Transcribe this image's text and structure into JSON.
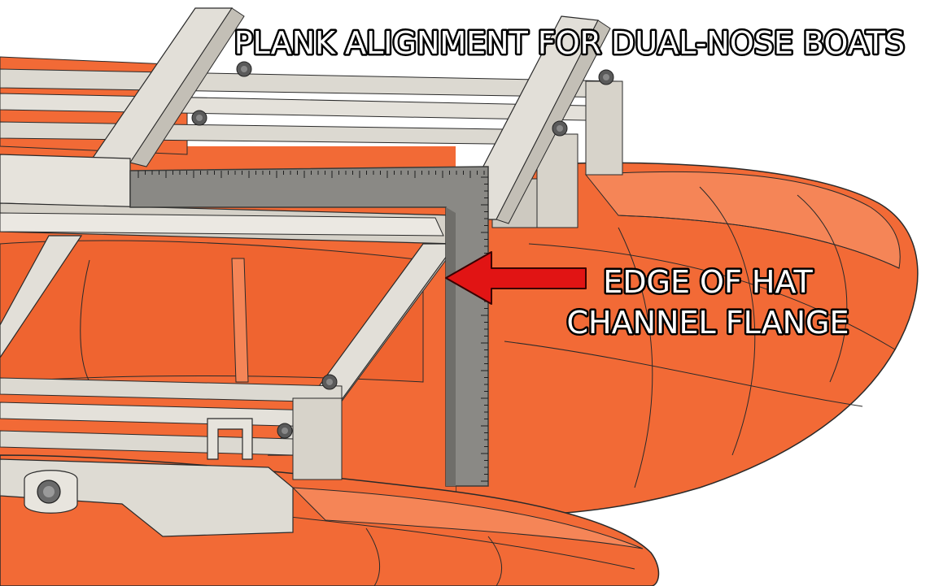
{
  "title": "PLANK ALIGNMENT FOR DUAL-NOSE BOATS",
  "callout": {
    "line1": "EDGE OF HAT",
    "line2": "CHANNEL FLANGE"
  },
  "colors": {
    "hull": "#f26a36",
    "hull_light": "#f58557",
    "hull_shadow": "#c9521f",
    "rail": "#dcd9d1",
    "rail_dark": "#b7b3aa",
    "square": "#8a8985",
    "square_dark": "#6f6e6a",
    "arrow": "#e11414",
    "outline": "#2a2a2a"
  },
  "icons": {
    "arrow": "red-arrow-icon",
    "ruler": "carpenter-square-icon",
    "bolt": "bolt-icon"
  }
}
